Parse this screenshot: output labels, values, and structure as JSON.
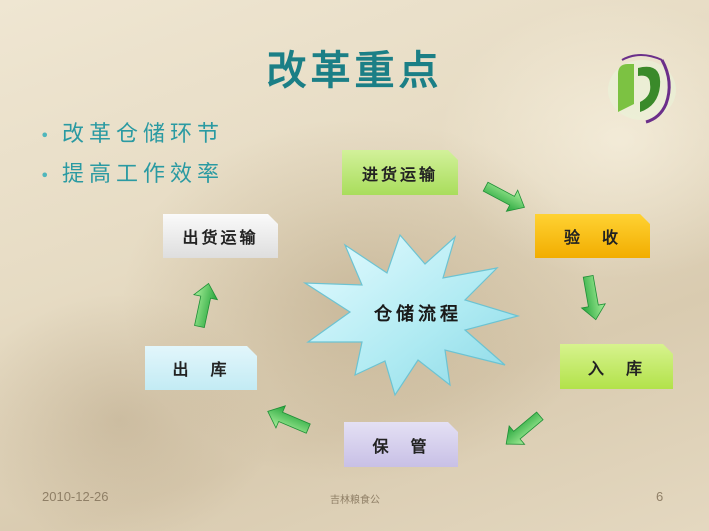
{
  "slide": {
    "title": "改革重点",
    "bullets": [
      "改革仓储环节",
      "提高工作效率"
    ],
    "center_label": "仓储流程",
    "steps": {
      "incoming_transport": "进货运输",
      "inspection": "验　收",
      "warehousing": "入　库",
      "storage": "保　管",
      "outbound": "出　库",
      "outgoing_transport": "出货运输"
    },
    "footer": {
      "date": "2010-12-26",
      "center": "吉林粮食公",
      "page_number": "6"
    }
  },
  "colors": {
    "title": "#1b7f86",
    "bullet_text": "#2a9aa2",
    "arrow": "#3fbf4a",
    "star_fill": "#aeeaf2"
  }
}
